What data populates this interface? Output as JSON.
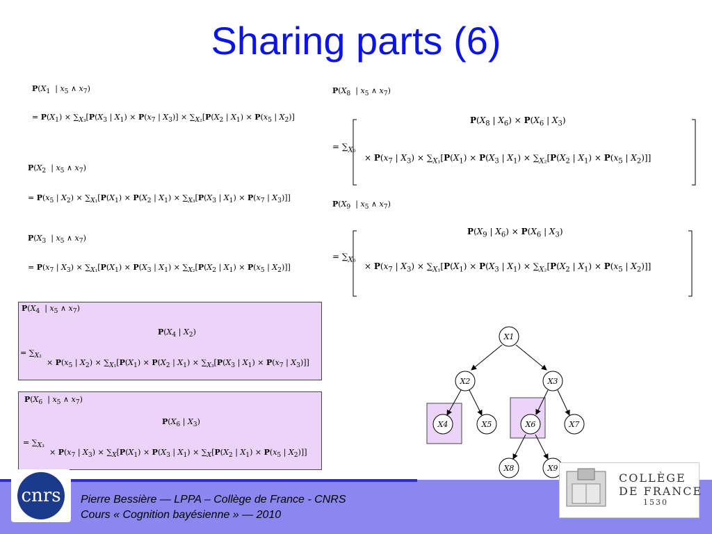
{
  "slide": {
    "title": "Sharing parts (6)"
  },
  "equations": {
    "x1_lhs": "P(X1 | x5 ∧ x7)",
    "x1_rhs": "= P(X1) × ∑X3 [P(X3 | X1) × P(x7 | X3)] × ∑X2 [P(X2 | X1) × P(x5 | X2)]",
    "x2_lhs": "P(X2 | x5 ∧ x7)",
    "x2_rhs": "= P(x5 | X2) × ∑X1 [P(X1) × P(X2 | X1) × ∑X3 [P(X3 | X1) × P(x7 | X3)]]",
    "x3_lhs": "P(X3 | x5 ∧ x7)",
    "x3_rhs": "= P(x7 | X3) × ∑X1 [P(X1) × P(X3 | X1) × ∑X2 [P(X2 | X1) × P(x5 | X2)]]",
    "x4_lhs": "P(X4 | x5 ∧ x7)",
    "x4_top": "P(X4 | X2)",
    "x4_bottom": "× P(x5 | X2) × ∑X1 [P(X1) × P(X2 | X1) × ∑X3 [P(X3 | X1) × P(x7 | X3)]]",
    "x4_sum": "= ∑X2",
    "x6_lhs": "P(X6 | x5 ∧ x7)",
    "x6_top": "P(X6 | X3)",
    "x6_bottom": "× P(x7 | X3) × ∑X [P(X1) × P(X3 | X1) × ∑X [P(X2 | X1) × P(x5 | X2)]]",
    "x6_sum": "= ∑X3",
    "x8_lhs": "P(X8 | x5 ∧ x7)",
    "x8_top": "P(X8 | X6) × P(X6 | X3)",
    "x8_bottom": "× P(x7 | X3) × ∑X1 [P(X1) × P(X3 | X1) × ∑X2 [P(X2 | X1) × P(x5 | X2)]]",
    "x8_sum": "= ∑X6",
    "x9_lhs": "P(X9 | x5 ∧ x7)",
    "x9_top": "P(X9 | X6) × P(X6 | X3)",
    "x9_bottom": "× P(x7 | X3) × ∑X1 [P(X1) × P(X3 | X1) × ∑X2 [P(X2 | X1) × P(x5 | X2)]]",
    "x9_sum": "= ∑X6"
  },
  "tree": {
    "nodes": [
      "X1",
      "X2",
      "X3",
      "X4",
      "X5",
      "X6",
      "X7",
      "X8",
      "X9"
    ],
    "highlight_color": "#ecd4f8"
  },
  "footer": {
    "line1": "Pierre Bessière — LPPA – Collège de France - CNRS",
    "line2": "Cours « Cognition bayésienne » — 2010",
    "cnrs_logo_text": "cnrs",
    "cdf_line1": "COLLÈGE",
    "cdf_line2": "DE FRANCE",
    "cdf_year": "1530"
  },
  "colors": {
    "title": "#0a14e6",
    "footer_band": "#8a87f0",
    "footer_line": "#2b2bd6",
    "highlight_box": "#ecd4f8",
    "cnrs_blue": "#1b3a8c"
  }
}
